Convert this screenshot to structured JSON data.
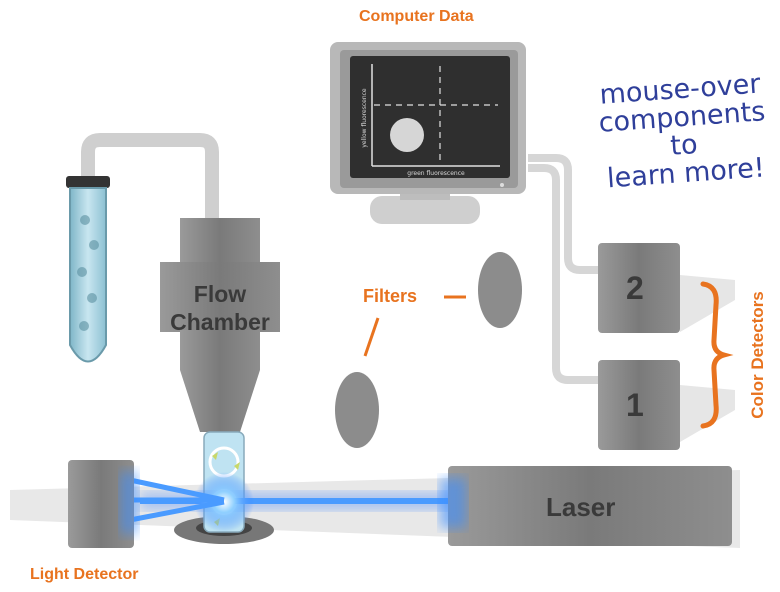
{
  "labels": {
    "computer_data": "Computer Data",
    "flow_chamber": "Flow Chamber",
    "filters": "Filters",
    "light_detector": "Light Detector",
    "laser": "Laser",
    "color_detectors": "Color Detectors",
    "detector_2": "2",
    "detector_1": "1"
  },
  "screen": {
    "ylabel": "yellow fluorescence",
    "xlabel": "green fluorescence"
  },
  "hint": {
    "line1": "mouse-over",
    "line2": "components to",
    "line3": "learn more!"
  },
  "colors": {
    "label_orange": "#e8731f",
    "hint_blue": "#2f3f9a",
    "laser_blue": "#2f7bff",
    "component_gray": "#8c8c8c"
  }
}
